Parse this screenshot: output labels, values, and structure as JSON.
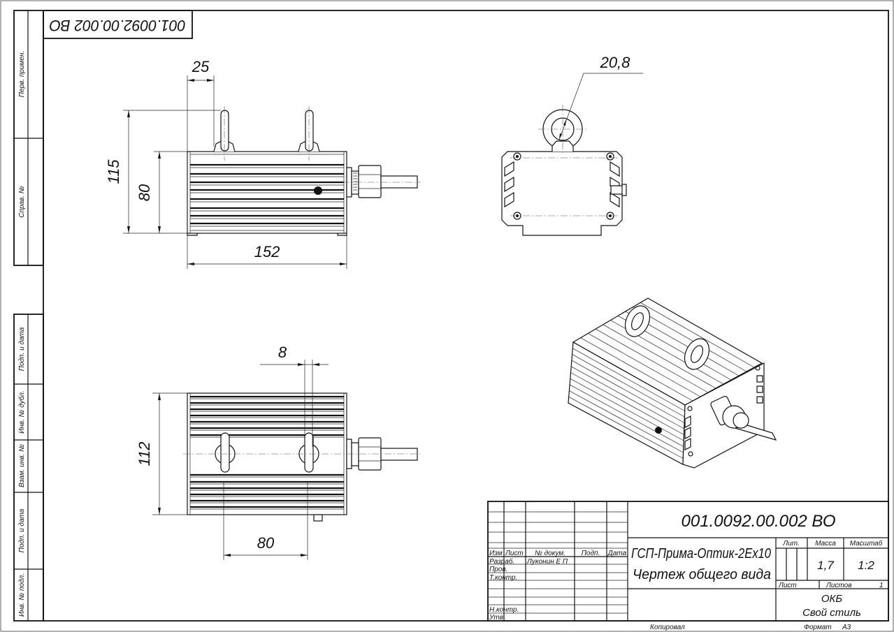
{
  "document_number": "001.0092.00.002 ВО",
  "side_stamp": {
    "perv_primen": "Перв. примен.",
    "sprav_no": "Справ. №",
    "podp_data_1": "Подп. и дата",
    "inv_dubl": "Инв. № дубл.",
    "vzam_inv": "Взам. инв. №",
    "podp_data_2": "Подп. и дата",
    "inv_podl": "Инв. № подл."
  },
  "dimensions": {
    "front": {
      "eye_offset": "25",
      "overall_height": "115",
      "body_height": "80",
      "length": "152"
    },
    "side": {
      "eye_diameter": "20,8"
    },
    "top": {
      "offset": "8",
      "width": "112",
      "eye_pitch": "80"
    }
  },
  "title_block": {
    "doc_number": "001.0092.00.002 ВО",
    "headers": {
      "izm": "Изм",
      "list": "Лист",
      "doc_no": "№ докум.",
      "podp": "Подп.",
      "data": "Дата"
    },
    "roles": {
      "razrab": "Разраб.",
      "prov": "Пров.",
      "tkontr": "Т.контр.",
      "nkontr": "Н.контр.",
      "utv": "Утв."
    },
    "developer": "Луконин Е П",
    "product_name": "ГСП-Прима-Оптик-2Ex10",
    "document_type": "Чертеж общего вида",
    "lit_label": "Лит.",
    "mass_label": "Масса",
    "scale_label": "Масштаб",
    "mass": "1,7",
    "scale": "1:2",
    "sheet_label": "Лист",
    "sheets_label": "Листов",
    "sheets": "1",
    "organization": "ОКБ",
    "organization_sub": "Свой стиль",
    "copied_label": "Копировал",
    "format_label": "Формат",
    "format": "А3"
  }
}
